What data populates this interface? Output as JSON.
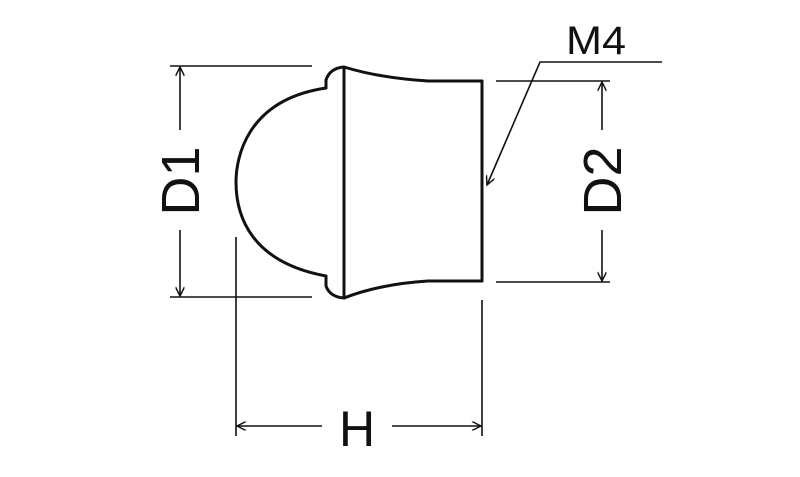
{
  "diagram": {
    "labels": {
      "thread": "M4",
      "diameter_1": "D1",
      "diameter_2": "D2",
      "height": "H"
    },
    "colors": {
      "line": "#111111",
      "background": "#ffffff"
    }
  }
}
